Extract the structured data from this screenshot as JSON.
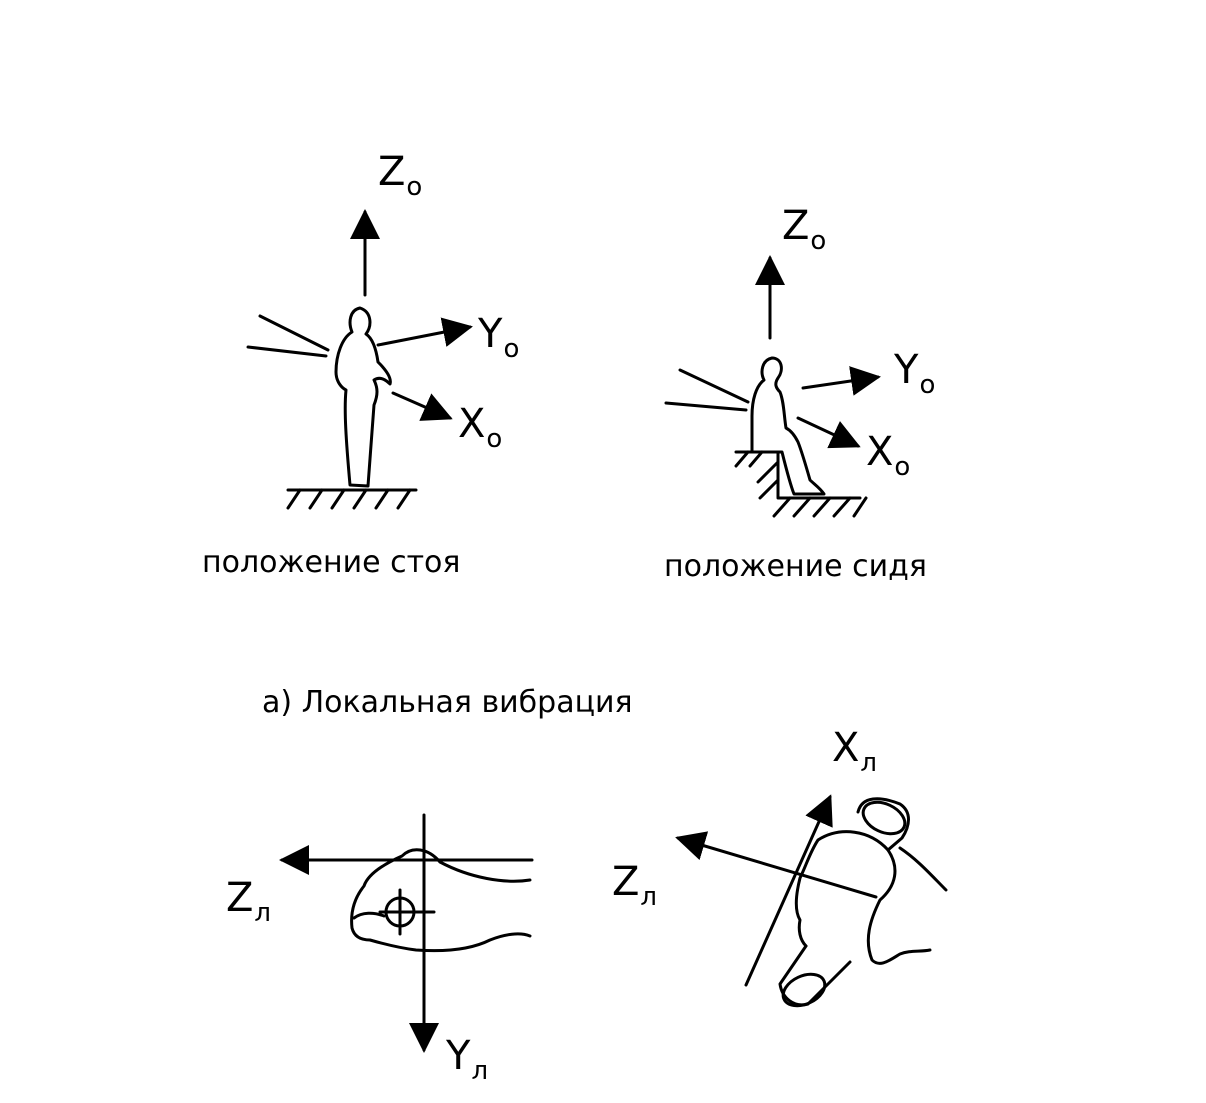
{
  "standing": {
    "axes": {
      "z": "Z",
      "z_sub": "o",
      "y": "Y",
      "y_sub": "o",
      "x": "X",
      "x_sub": "o"
    },
    "caption": "положение стоя"
  },
  "sitting": {
    "axes": {
      "z": "Z",
      "z_sub": "o",
      "y": "Y",
      "y_sub": "o",
      "x": "X",
      "x_sub": "o"
    },
    "caption": "положение сидя"
  },
  "local": {
    "heading": "а) Локальная вибрация",
    "hand_front": {
      "z": "Z",
      "z_sub": "л",
      "y": "Y",
      "y_sub": "л"
    },
    "hand_grip": {
      "z": "Z",
      "z_sub": "л",
      "x": "X",
      "x_sub": "л"
    }
  },
  "colors": {
    "line": "#000000",
    "background": "#ffffff"
  }
}
